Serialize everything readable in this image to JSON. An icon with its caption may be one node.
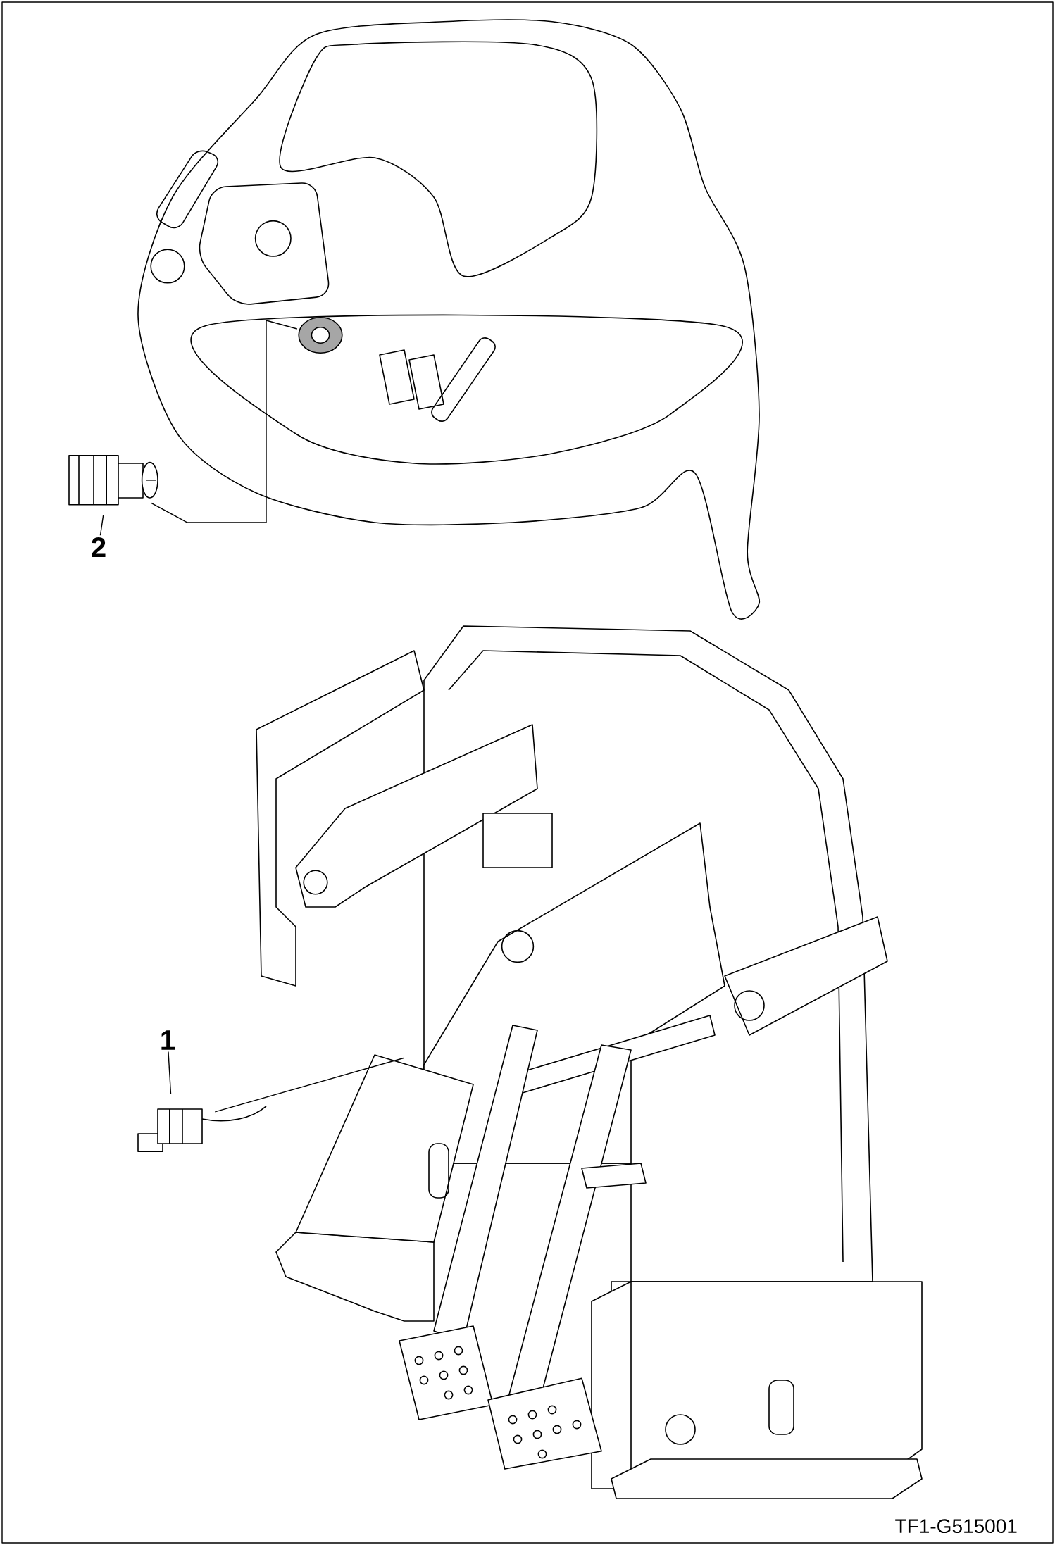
{
  "diagram": {
    "nodes": [
      {
        "text": [
          "2"
        ]
      },
      {
        "text": [],
        "shape": "picture"
      },
      {
        "text": [],
        "shape": "picture"
      },
      {
        "text": [],
        "shape": "circle",
        "in": 2
      },
      {
        "text": [
          "1"
        ]
      },
      {
        "text": [],
        "shape": "picture"
      },
      {
        "text": [],
        "shape": "picture"
      }
    ],
    "edges": [
      {
        "from": 0,
        "to": 1,
        "arrow": "none"
      },
      {
        "from": 1,
        "to": 3,
        "arrow": "none"
      },
      {
        "from": 4,
        "to": 5,
        "arrow": "none"
      },
      {
        "from": 5,
        "to": 6,
        "arrow": "none"
      }
    ],
    "labels": [
      "TF1-G515001"
    ]
  }
}
